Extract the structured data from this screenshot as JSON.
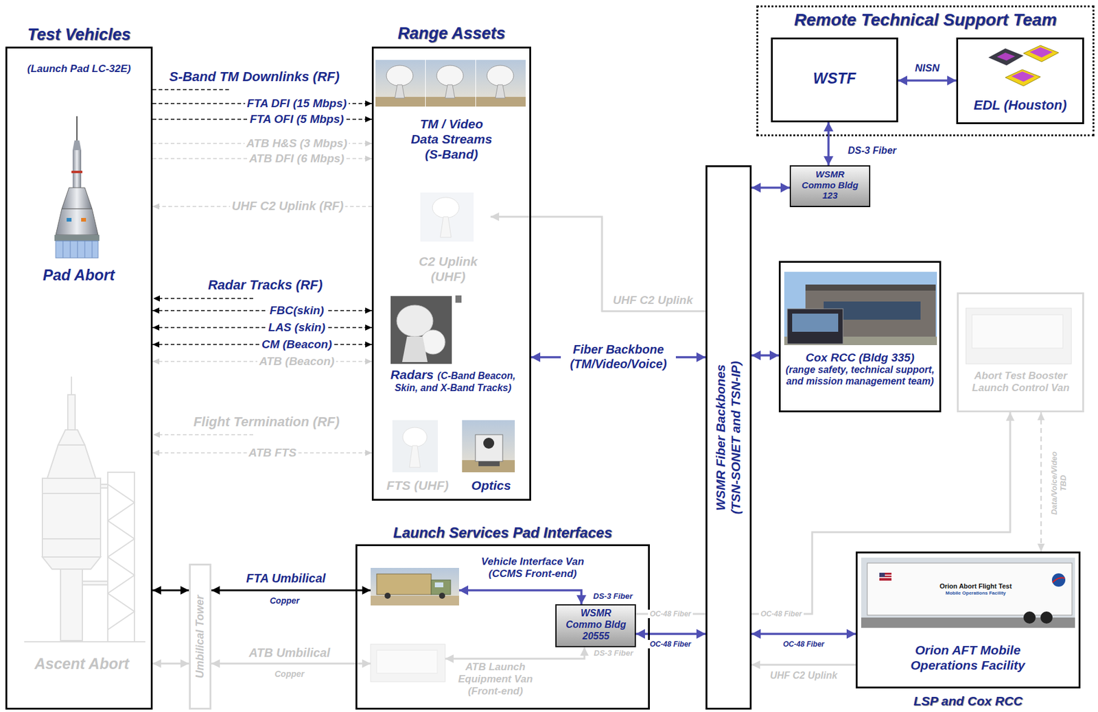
{
  "diagram": {
    "nodes": [
      {
        "text": [
          "Test Vehicles",
          "(Launch Pad LC-32E)"
        ]
      },
      {
        "text": [
          "Pad Abort"
        ],
        "in": 0
      },
      {
        "text": [
          "Ascent Abort"
        ],
        "in": 0
      },
      {
        "text": [
          "Range Assets"
        ]
      },
      {
        "text": [
          "TM / Video Data Streams (S-Band)"
        ],
        "in": 3
      },
      {
        "text": [
          "C2 Uplink (UHF)"
        ],
        "in": 3
      },
      {
        "text": [
          "Radars",
          "(C-Band Beacon, Skin, and X-Band Tracks)"
        ],
        "in": 3
      },
      {
        "text": [
          "FTS (UHF)"
        ],
        "in": 3
      },
      {
        "text": [
          "Optics"
        ],
        "in": 3
      },
      {
        "text": [
          "Remote Technical Support Team"
        ]
      },
      {
        "text": [
          "WSTF"
        ],
        "in": 9
      },
      {
        "text": [
          "EDL (Houston)"
        ],
        "in": 9
      },
      {
        "text": [
          "WSMR Commo Bldg 123"
        ]
      },
      {
        "text": [
          "WSMR Fiber Backbones (TSN-SONET and TSN-IP)"
        ]
      },
      {
        "text": [
          "Cox RCC (Bldg 335)",
          "(range safety, technical support, and mission management team)"
        ]
      },
      {
        "text": [
          "Abort Test Booster Launch Control Van"
        ]
      },
      {
        "text": [
          "Launch Services Pad Interfaces"
        ]
      },
      {
        "text": [
          "Vehicle Interface Van (CCMS Front-end)"
        ],
        "in": 16
      },
      {
        "text": [
          "WSMR Commo Bldg 20555"
        ],
        "in": 16
      },
      {
        "text": [
          "ATB Launch Equipment Van (Front-end)"
        ],
        "in": 16
      },
      {
        "text": [
          "Umbilical Tower"
        ]
      },
      {
        "text": [
          "Orion AFT Mobile Operations Facility",
          "LSP and Cox RCC"
        ]
      }
    ],
    "edges": [
      {
        "from": 0,
        "to": 3,
        "label": "FTA DFI (15 Mbps)",
        "arrow": "to"
      },
      {
        "from": 0,
        "to": 3,
        "label": "FTA OFI (5 Mbps)",
        "arrow": "to"
      },
      {
        "from": 0,
        "to": 3,
        "label": "ATB H&S (3 Mbps)",
        "arrow": "to"
      },
      {
        "from": 0,
        "to": 3,
        "label": "ATB DFI (6 Mbps)",
        "arrow": "to"
      },
      {
        "from": 3,
        "to": 0,
        "label": "UHF C2 Uplink (RF)",
        "arrow": "to"
      },
      {
        "from": 0,
        "to": 3,
        "label": "FBC(skin)",
        "arrow": "both"
      },
      {
        "from": 0,
        "to": 3,
        "label": "LAS (skin)",
        "arrow": "both"
      },
      {
        "from": 0,
        "to": 3,
        "label": "CM (Beacon)",
        "arrow": "both"
      },
      {
        "from": 0,
        "to": 3,
        "label": "ATB (Beacon)",
        "arrow": "both"
      },
      {
        "from": 0,
        "to": 3,
        "label": "ATB FTS",
        "arrow": "both"
      },
      {
        "from": 0,
        "to": 20,
        "arrow": "both"
      },
      {
        "from": 0,
        "to": 20,
        "arrow": "both"
      },
      {
        "from": 20,
        "to": 17,
        "label": "FTA Umbilical",
        "arrow": "both"
      },
      {
        "from": 20,
        "to": 19,
        "label": "ATB Umbilical",
        "arrow": "both"
      },
      {
        "from": 17,
        "to": 18,
        "label": "DS-3 Fiber",
        "arrow": "both"
      },
      {
        "from": 19,
        "to": 18,
        "label": "DS-3 Fiber",
        "arrow": "both"
      },
      {
        "from": 18,
        "to": 13,
        "label": "OC-48 Fiber",
        "arrow": "none"
      },
      {
        "from": 18,
        "to": 13,
        "label": "OC-48 Fiber",
        "arrow": "both"
      },
      {
        "from": 13,
        "to": 21,
        "label": "OC-48 Fiber",
        "arrow": "both"
      },
      {
        "from": 13,
        "to": 15,
        "label": "OC-48 Fiber",
        "arrow": "to"
      },
      {
        "from": 21,
        "to": 15,
        "label": "Data/Voice/Video TBD",
        "arrow": "both"
      },
      {
        "from": 21,
        "to": 13,
        "label": "UHF C2 Uplink",
        "arrow": "to"
      },
      {
        "from": 13,
        "to": 5,
        "label": "UHF C2 Uplink",
        "arrow": "to"
      },
      {
        "from": 3,
        "to": 13,
        "label": "Fiber Backbone (TM/Video/Voice)",
        "arrow": "both"
      },
      {
        "from": 13,
        "to": 12,
        "arrow": "both"
      },
      {
        "from": 13,
        "to": 14,
        "arrow": "both"
      },
      {
        "from": 12,
        "to": 10,
        "label": "DS-3 Fiber",
        "arrow": "both"
      },
      {
        "from": 10,
        "to": 11,
        "label": "NISN",
        "arrow": "both"
      }
    ],
    "labels": [
      "S-Band TM Downlinks (RF)",
      "Radar Tracks (RF)",
      "Flight Termination (RF)",
      "Copper",
      "Copper",
      "Orion Abort Flight Test",
      "Mobile Operations Facility"
    ]
  }
}
